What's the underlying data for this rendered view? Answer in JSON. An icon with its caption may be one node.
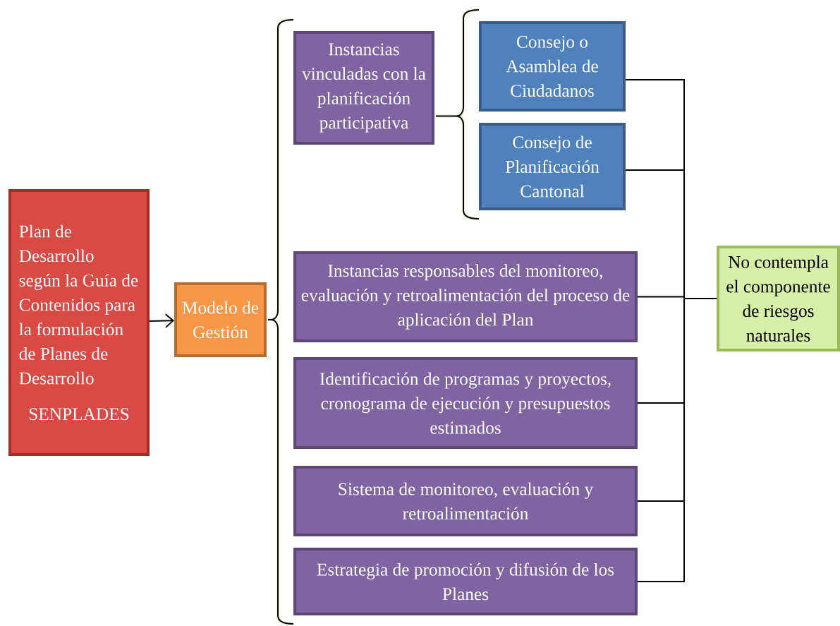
{
  "diagram": {
    "nodes": [
      {
        "text": [
          "Plan de Desarrollo según la Guía de Contenidos para la formulación de Planes de Desarrollo",
          "SENPLADES"
        ]
      },
      {
        "text": [
          "Modelo de Gestión"
        ]
      },
      {
        "text": [
          "Instancias vinculadas con la planificación participativa"
        ]
      },
      {
        "text": [
          "Consejo o Asamblea de Ciudadanos"
        ]
      },
      {
        "text": [
          "Consejo de Planificación Cantonal"
        ]
      },
      {
        "text": [
          "Instancias responsables del monitoreo, evaluación y retroalimentación del proceso de aplicación del Plan"
        ]
      },
      {
        "text": [
          "Identificación de programas y proyectos, cronograma de ejecución y presupuestos estimados"
        ]
      },
      {
        "text": [
          "Sistema de monitoreo, evaluación y retroalimentación"
        ]
      },
      {
        "text": [
          "Estrategia de promoción y difusión de los Planes"
        ]
      },
      {
        "text": [
          "No contempla el componente de riesgos naturales"
        ]
      }
    ],
    "edges": [
      {
        "from": 0,
        "to": 1,
        "arrow": "to"
      },
      {
        "from": 3,
        "to": 9,
        "arrow": "none"
      },
      {
        "from": 4,
        "to": 9,
        "arrow": "none"
      },
      {
        "from": 5,
        "to": 9,
        "arrow": "none"
      },
      {
        "from": 6,
        "to": 9,
        "arrow": "none"
      },
      {
        "from": 7,
        "to": 9,
        "arrow": "none"
      },
      {
        "from": 8,
        "to": 9,
        "arrow": "none"
      }
    ]
  }
}
